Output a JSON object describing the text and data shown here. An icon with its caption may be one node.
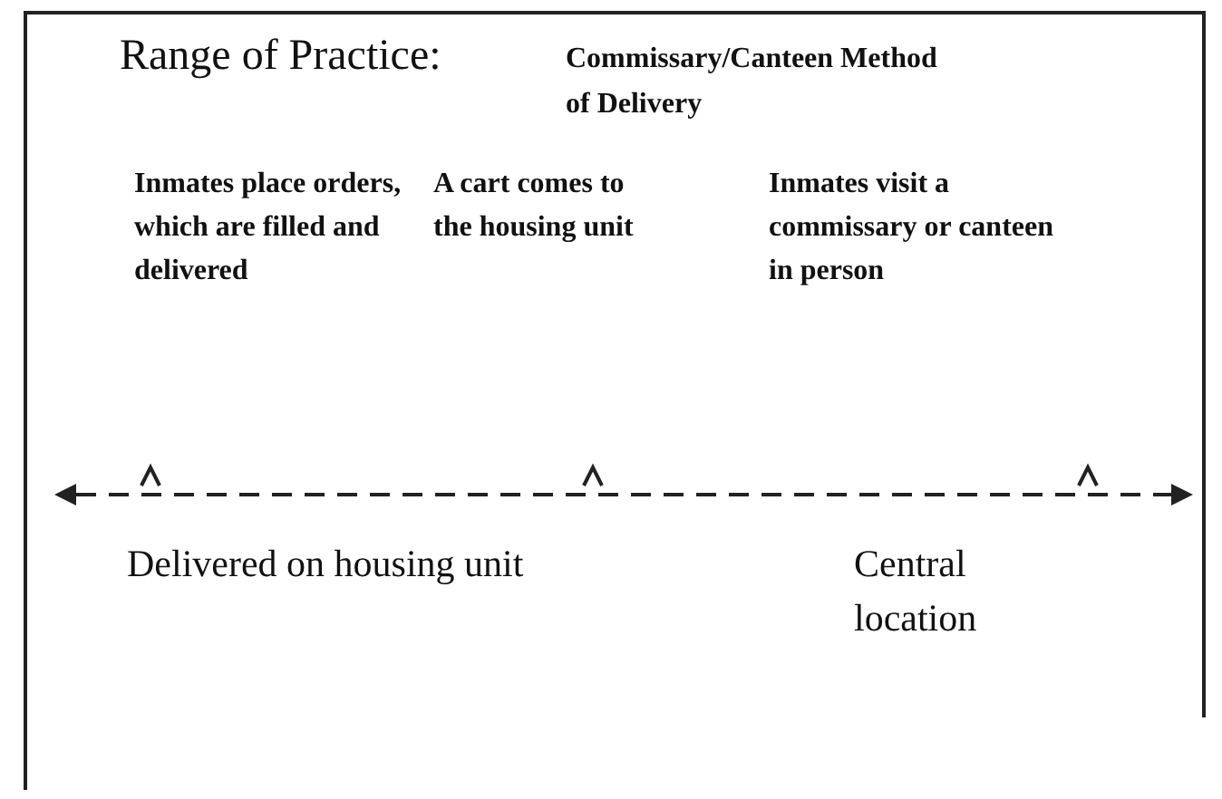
{
  "diagram": {
    "title": "Range of Practice:",
    "labels": [
      "Commissary/Canteen Method of Delivery",
      "Inmates place orders, which are filled and delivered",
      "A cart comes to the housing unit",
      "Inmates visit a commissary or canteen in person",
      "Delivered on housing unit",
      "Central location"
    ]
  }
}
